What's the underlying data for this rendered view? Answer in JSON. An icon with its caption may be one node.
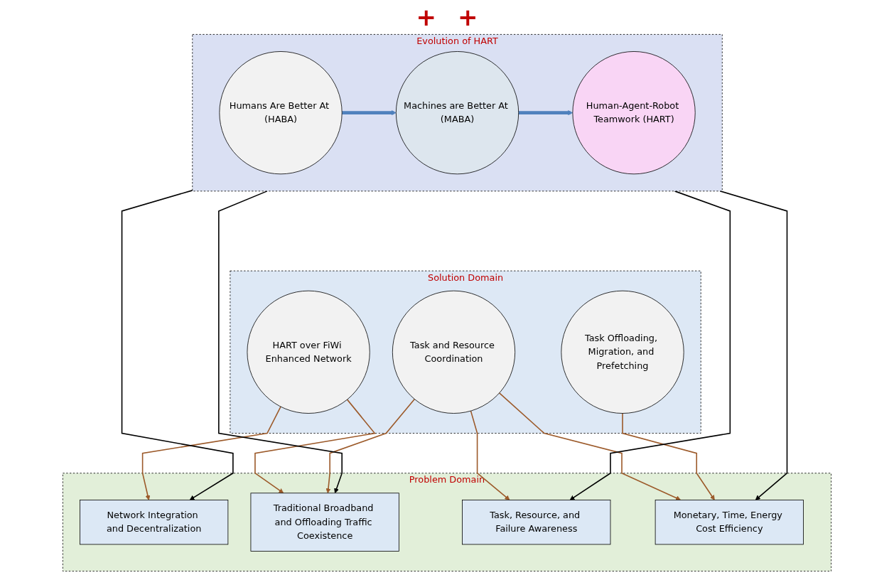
{
  "diagram": {
    "nodes": [
      {
        "text": [
          "Evolution of HART"
        ]
      },
      {
        "text": [
          "Humans Are Better At (HABA)"
        ],
        "in": 0
      },
      {
        "text": [
          "Machines are Better At (MABA)"
        ],
        "in": 0
      },
      {
        "text": [
          "Human-Agent-Robot Teamwork (HART)"
        ],
        "in": 0
      },
      {
        "text": [
          "Problem Domain"
        ]
      },
      {
        "text": [
          "Network Integration and Decentralization"
        ],
        "in": 4
      },
      {
        "text": [
          "Traditional Broadband and Offloading Traffic Coexistence"
        ],
        "in": 4
      },
      {
        "text": [
          "Task, Resource, and Failure Awareness"
        ],
        "in": 4
      },
      {
        "text": [
          "Monetary, Time, Energy Cost Efficiency"
        ],
        "in": 4
      },
      {
        "text": [
          "Solution Domain"
        ]
      },
      {
        "text": [
          "HART over FiWi Enhanced Network"
        ],
        "in": 9
      },
      {
        "text": [
          "Task and Resource Coordination"
        ],
        "in": 9
      },
      {
        "text": [
          "Task Offloading, Migration, and Prefetching"
        ],
        "in": 9
      }
    ],
    "edges": [
      {
        "from": 1,
        "to": 2,
        "arrow": "to",
        "style": "thick",
        "color": "#4f81bd"
      },
      {
        "from": 2,
        "to": 3,
        "arrow": "to",
        "style": "thick",
        "color": "#4f81bd"
      },
      {
        "from": 0,
        "to": 5,
        "arrow": "to",
        "color": "#000000"
      },
      {
        "from": 0,
        "to": 6,
        "arrow": "to",
        "color": "#000000"
      },
      {
        "from": 0,
        "to": 7,
        "arrow": "to",
        "color": "#000000"
      },
      {
        "from": 0,
        "to": 8,
        "arrow": "to",
        "color": "#000000"
      },
      {
        "from": 10,
        "to": 5,
        "arrow": "to",
        "color": "#9c5a2a"
      },
      {
        "from": 10,
        "to": 6,
        "arrow": "to",
        "color": "#9c5a2a"
      },
      {
        "from": 11,
        "to": 6,
        "arrow": "to",
        "color": "#9c5a2a"
      },
      {
        "from": 11,
        "to": 7,
        "arrow": "to",
        "color": "#9c5a2a"
      },
      {
        "from": 11,
        "to": 8,
        "arrow": "to",
        "color": "#9c5a2a"
      },
      {
        "from": 12,
        "to": 8,
        "arrow": "to",
        "color": "#9c5a2a"
      }
    ],
    "labels": [
      "+",
      "+"
    ]
  }
}
